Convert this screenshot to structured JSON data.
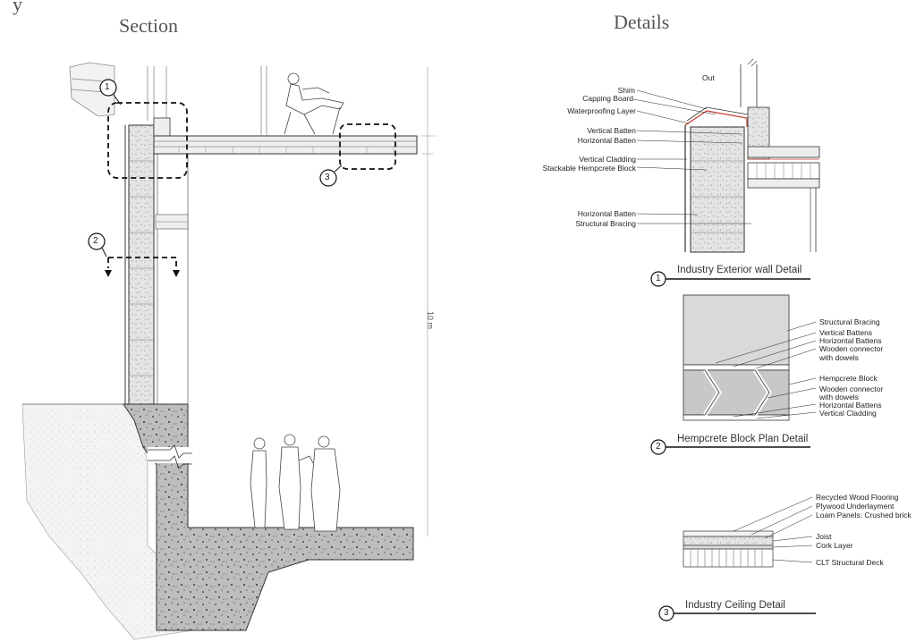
{
  "titles": {
    "top_left_fragment": "y",
    "section": "Section",
    "details": "Details"
  },
  "section": {
    "dimension_label": "10 m",
    "callouts": [
      "1",
      "2",
      "3"
    ]
  },
  "detail1": {
    "out_label": "Out",
    "labels": [
      "Shim",
      "Capping Board",
      "Waterproofing Layer",
      "Vertical Batten",
      "Horizontal Batten",
      "Vertical Cladding",
      "Stackable Hempcrete Block",
      "Horizontal Batten",
      "Structural Bracing"
    ],
    "number": "1",
    "caption": "Industry Exterior wall Detail"
  },
  "detail2": {
    "labels": [
      "Structural Bracing",
      "Vertical Battens",
      "Horizontal Battens",
      "Wooden connector",
      "with dowels",
      "Hempcrete Block",
      "Wooden connector",
      "with dowels",
      "Horizontal Battens",
      "Vertical Cladding"
    ],
    "number": "2",
    "caption": "Hempcrete Block Plan Detail"
  },
  "detail3": {
    "labels": [
      "Recycled Wood Flooring",
      "Plywood Underlayment",
      "Loam Panels: Crushed brick",
      "Joist",
      "Cork Layer",
      "CLT Structural Deck"
    ],
    "number": "3",
    "caption": "Industry Ceiling Detail"
  },
  "colors": {
    "line": "#222222",
    "concrete": "#bdbdbd",
    "hempcrete": "#e6e6e6",
    "bracing": "#d6d6d6",
    "waterproof": "#c0392b"
  }
}
